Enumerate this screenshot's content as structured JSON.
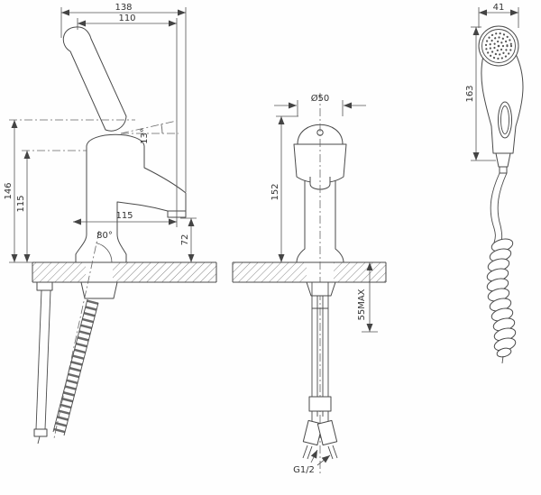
{
  "drawing": {
    "side_view": {
      "total_length": "138",
      "upper_length": "110",
      "height_total": "146",
      "height_body": "115",
      "spout_reach": "115",
      "spout_clearance": "72",
      "handle_angle": "13°",
      "hose_angle": "80°"
    },
    "front_view": {
      "base_diameter": "Ø50",
      "body_height": "152",
      "deck_max": "55MAX",
      "thread": "G1/2"
    },
    "spray_view": {
      "head_width": "41",
      "length": "163"
    }
  }
}
